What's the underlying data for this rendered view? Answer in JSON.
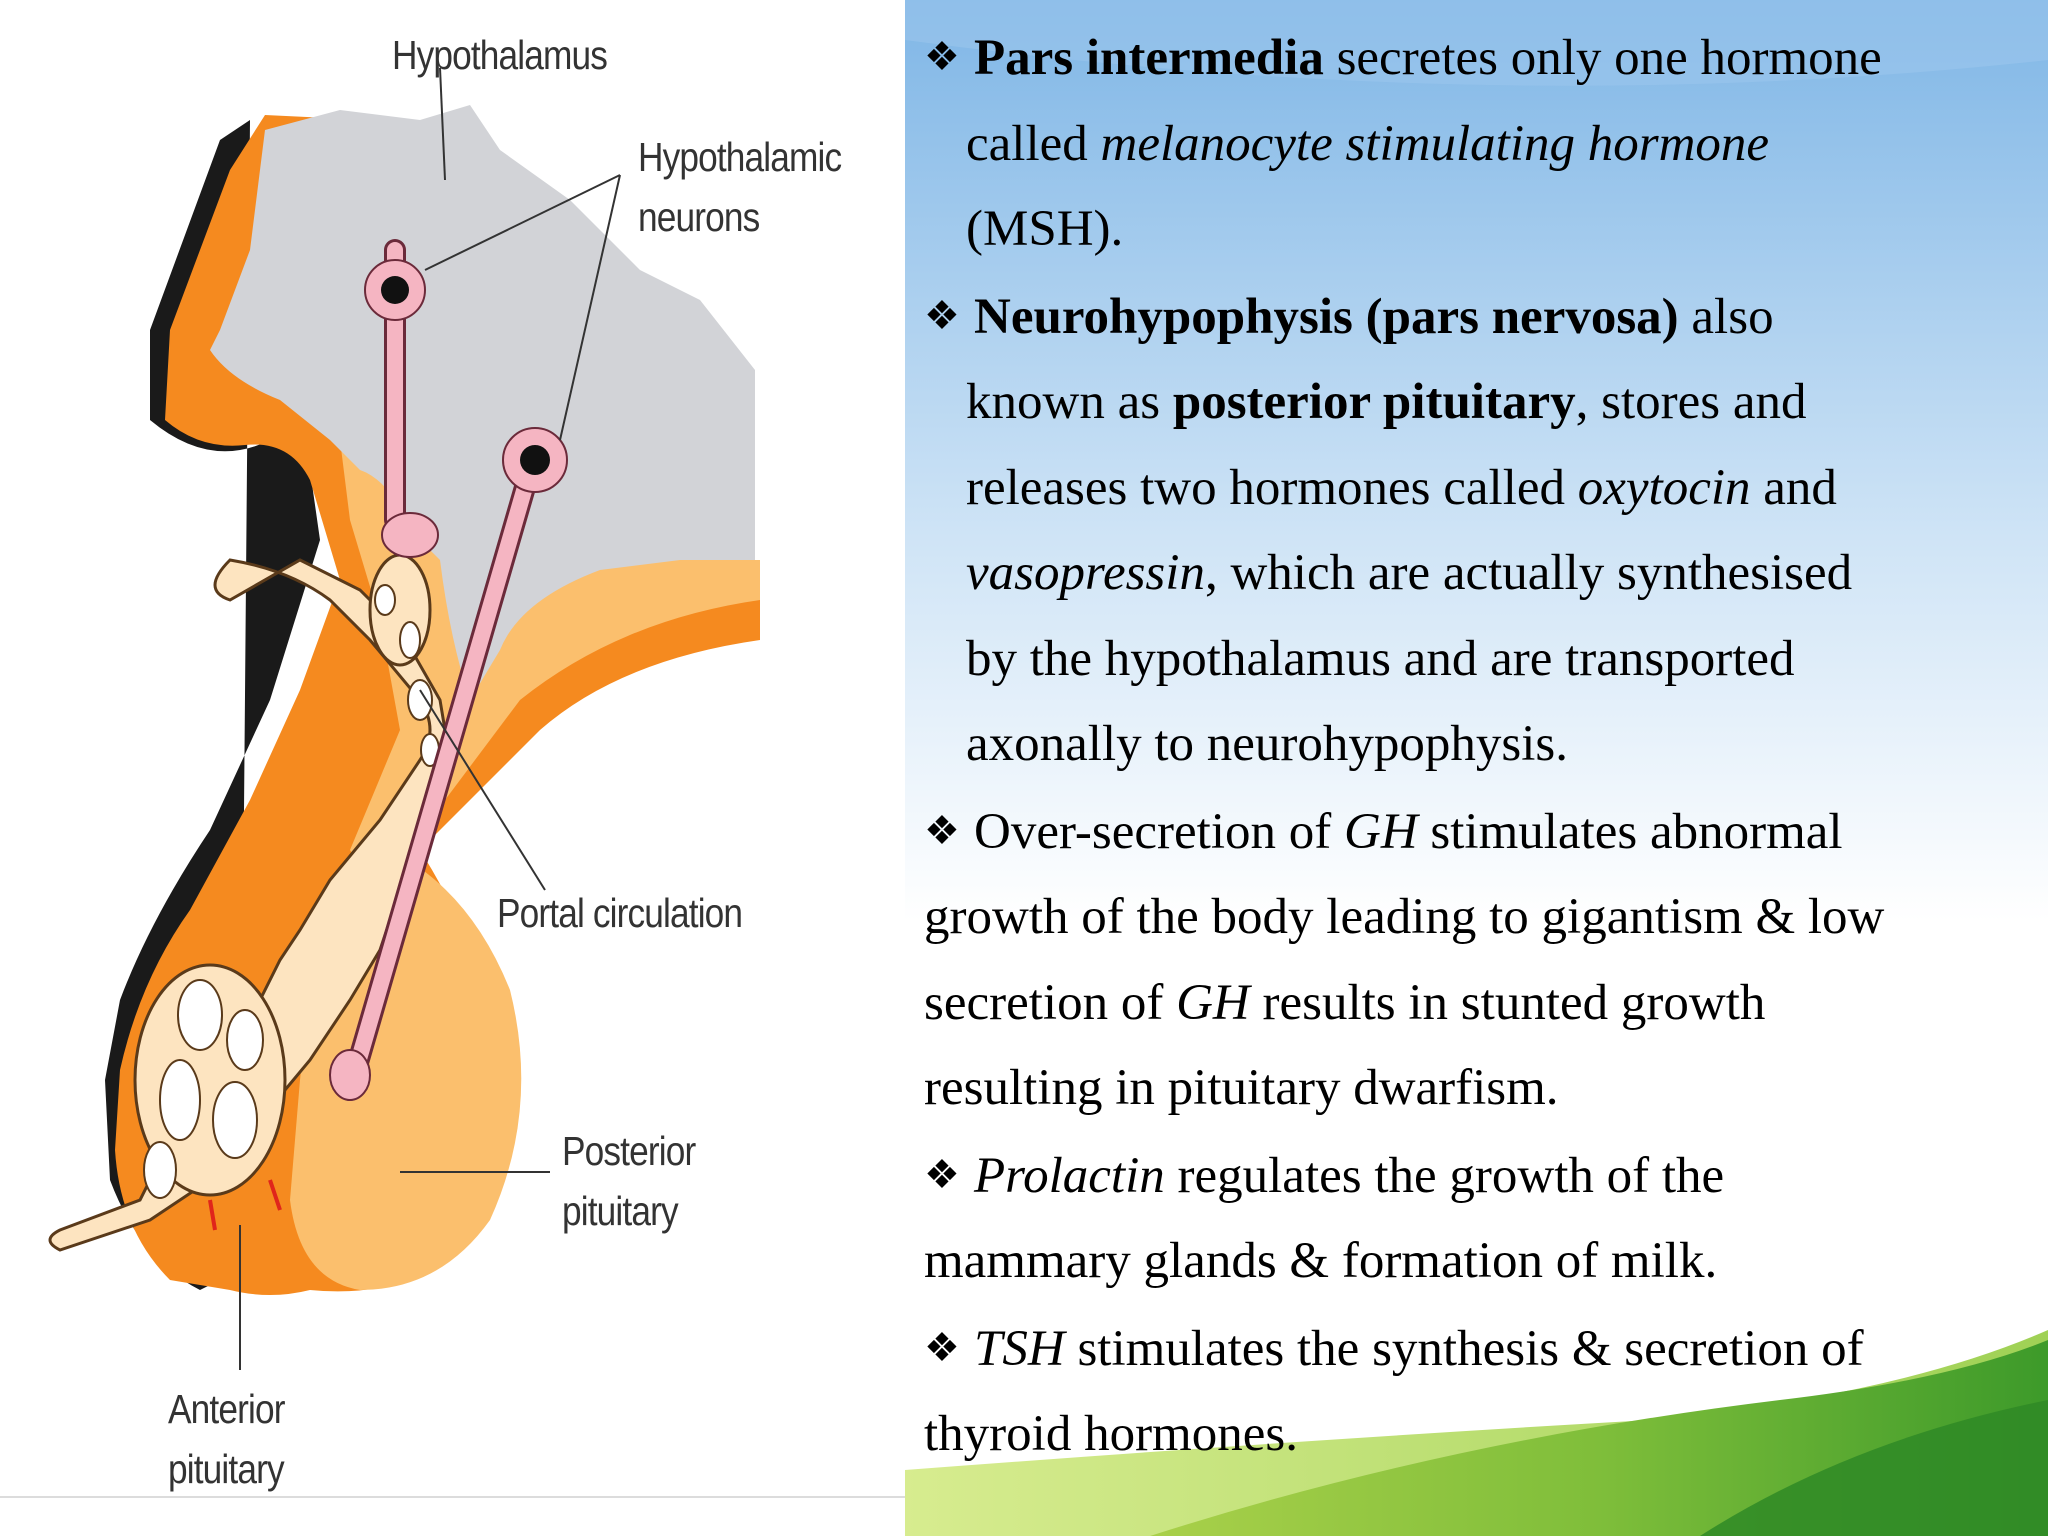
{
  "figure": {
    "labels": {
      "hypothalamus": "Hypothalamus",
      "hypothalamic_neurons_1": "Hypothalamic",
      "hypothalamic_neurons_2": "neurons",
      "portal_circulation": "Portal circulation",
      "posterior_pituitary_1": "Posterior",
      "posterior_pituitary_2": "pituitary",
      "anterior_pituitary_1": "Anterior",
      "anterior_pituitary_2": "pituitary"
    },
    "colors": {
      "gray_brain": "#d2d3d7",
      "orange_dark": "#f58a1f",
      "orange_light": "#fbbf6d",
      "cream": "#fde4c0",
      "neuron_pink": "#f5b5c2"
    }
  },
  "bullet_symbol": "❖",
  "b1": {
    "bold": "Pars intermedia",
    "t1": " secretes only one hormone",
    "t2": "called ",
    "italic": "melanocyte stimulating hormone",
    "t3": "(MSH)."
  },
  "b2": {
    "bold1": "Neurohypophysis (pars nervosa)",
    "t1": " also",
    "t2": "known as ",
    "bold2": "posterior pituitary",
    "t3": ", stores and",
    "t4": "releases two hormones called ",
    "italic1": "oxytocin",
    "t5": " and",
    "italic2": "vasopressin",
    "t6": ", which are actually synthesised",
    "t7": "by the hypothalamus and are transported",
    "t8": "axonally to neurohypophysis."
  },
  "b3": {
    "t1": "Over-secretion of ",
    "italic1": "GH",
    "t2": " stimulates abnormal",
    "t3": "growth of the body leading to gigantism & low",
    "t4": "secretion of ",
    "italic2": "GH",
    "t5": " results in stunted growth",
    "t6": "resulting in pituitary dwarfism."
  },
  "b4": {
    "italic": "Prolactin",
    "t1": " regulates the growth of the",
    "t2": "mammary glands & formation of milk."
  },
  "b5": {
    "italic": "TSH",
    "t1": " stimulates the synthesis & secretion of",
    "t2": "thyroid hormones."
  }
}
